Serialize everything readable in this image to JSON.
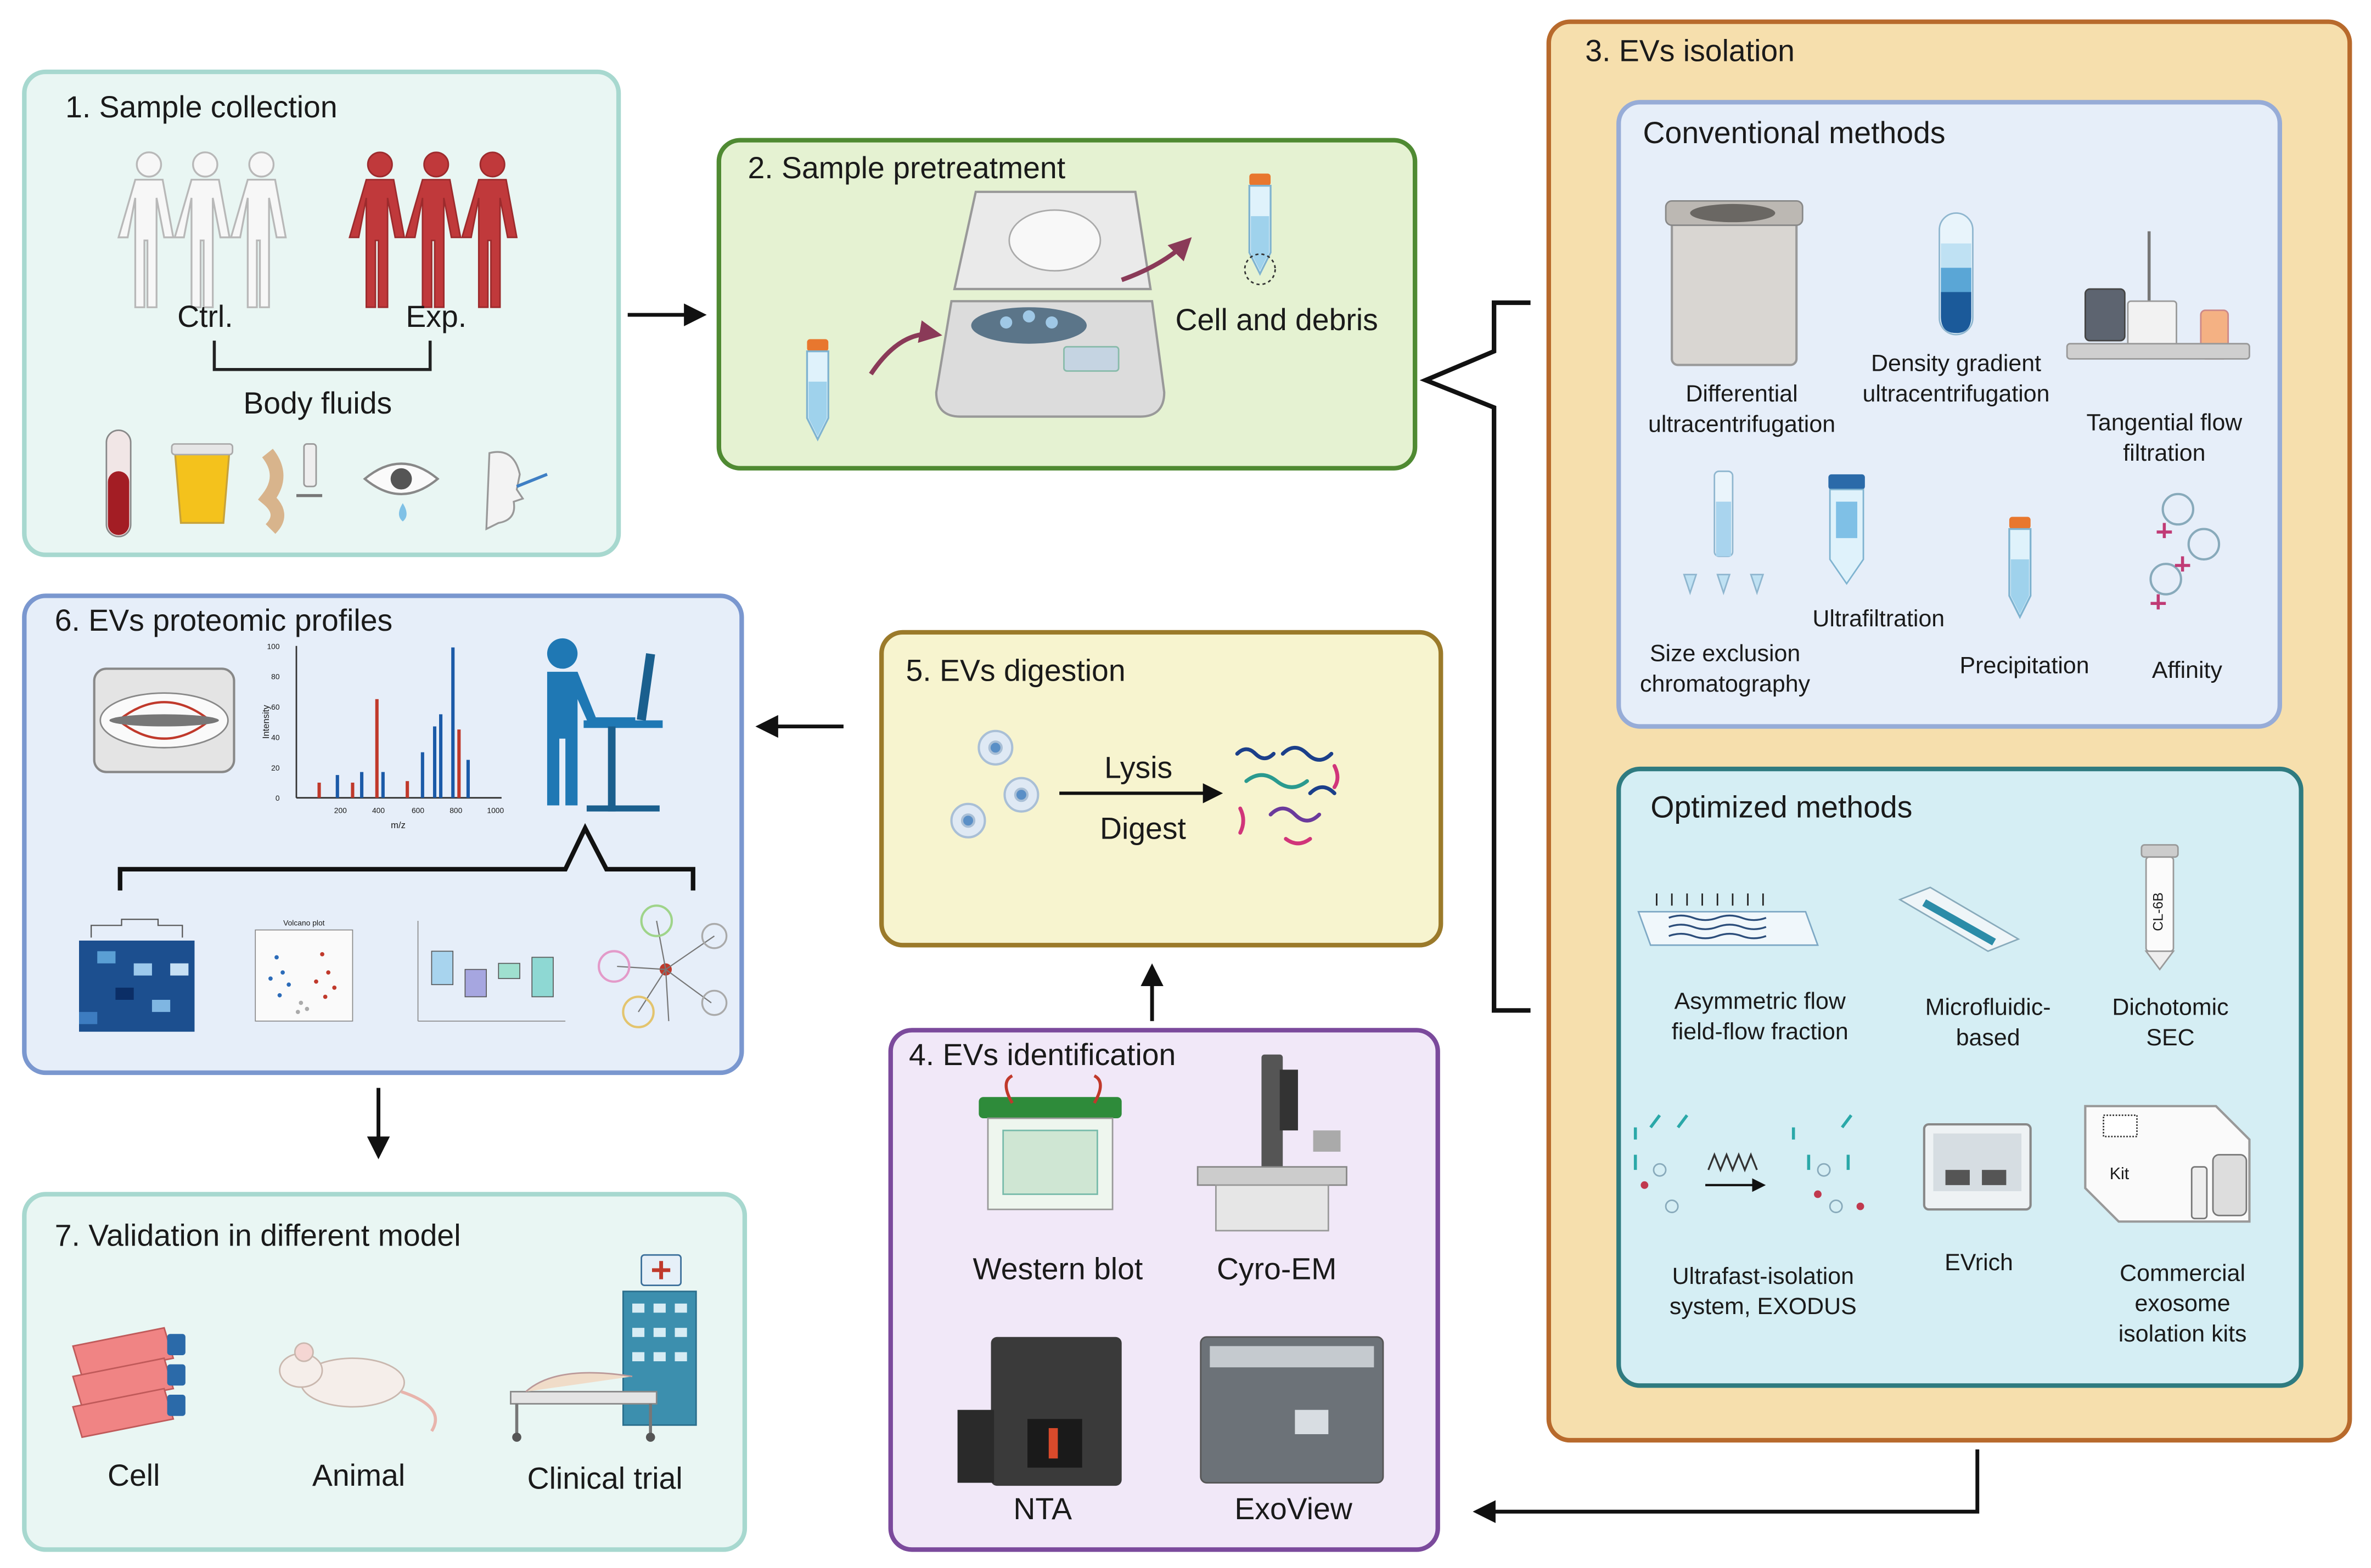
{
  "panels": {
    "p1": {
      "title": "1.  Sample collection",
      "ctrl": "Ctrl.",
      "exp": "Exp.",
      "body_fluids": "Body fluids"
    },
    "p2": {
      "title": "2. Sample pretreatment",
      "cell_debris": "Cell and debris"
    },
    "p3": {
      "title": "3. EVs isolation",
      "conventional": {
        "title": "Conventional methods",
        "items": [
          {
            "l1": "Differential",
            "l2": "ultracentrifugation"
          },
          {
            "l1": "Density gradient",
            "l2": "ultracentrifugation"
          },
          {
            "l1": "Tangential flow",
            "l2": "filtration"
          },
          {
            "l1": "Size exclusion",
            "l2": "chromatography"
          },
          {
            "l1": "Ultrafiltration",
            "l2": ""
          },
          {
            "l1": "Precipitation",
            "l2": ""
          },
          {
            "l1": "Affinity",
            "l2": ""
          }
        ]
      },
      "optimized": {
        "title": "Optimized methods",
        "items": [
          {
            "l1": "Asymmetric flow",
            "l2": "field-flow fraction",
            "l3": ""
          },
          {
            "l1": "Microfluidic-",
            "l2": "based",
            "l3": ""
          },
          {
            "l1": "Dichotomic",
            "l2": "SEC",
            "l3": ""
          },
          {
            "l1": "Ultrafast-isolation",
            "l2": "system, EXODUS",
            "l3": ""
          },
          {
            "l1": "EVrich",
            "l2": "",
            "l3": ""
          },
          {
            "l1": "Commercial",
            "l2": "exosome",
            "l3": "isolation kits"
          }
        ],
        "column_label": "CL-6B",
        "kit_label": "Kit"
      }
    },
    "p4": {
      "title": "4. EVs identification",
      "items": [
        "Western blot",
        "Cyro-EM",
        "NTA",
        "ExoView"
      ]
    },
    "p5": {
      "title": "5. EVs digestion",
      "lysis": "Lysis",
      "digest": "Digest"
    },
    "p6": {
      "title": "6. EVs proteomic profiles",
      "ms_ylabel": "Intensity",
      "ms_xlabel": "m/z",
      "ms_yticks": [
        "100",
        "80",
        "60",
        "40",
        "20",
        "0"
      ],
      "ms_xticks": [
        "200",
        "400",
        "600",
        "800",
        "1000"
      ],
      "volcano_title": "Volcano plot"
    },
    "p7": {
      "title": "7. Validation in different model",
      "items": [
        "Cell",
        "Animal",
        "Clinical trial"
      ]
    }
  },
  "colors": {
    "p1_bg": "#e9f6f3",
    "p1_border": "#a7d8cf",
    "p2_bg": "#e5f2d2",
    "p2_border": "#4f8a32",
    "p3_bg": "#f6dfad",
    "p3_border": "#b86a2c",
    "conv_bg": "#e6eef9",
    "conv_border": "#97acd7",
    "opt_bg": "#d5eef4",
    "opt_border": "#2f7b80",
    "p4_bg": "#f1e8f8",
    "p4_border": "#7b4a9c",
    "p5_bg": "#f7f4cf",
    "p5_border": "#9b7a2a",
    "p6_bg": "#e6eef9",
    "p6_border": "#7a97cf",
    "p7_bg": "#e9f6f3",
    "p7_border": "#a7d8cf",
    "red_body": "#c0393b",
    "tube_cap": "#e8772e",
    "arrow_plum": "#8a3a58"
  }
}
